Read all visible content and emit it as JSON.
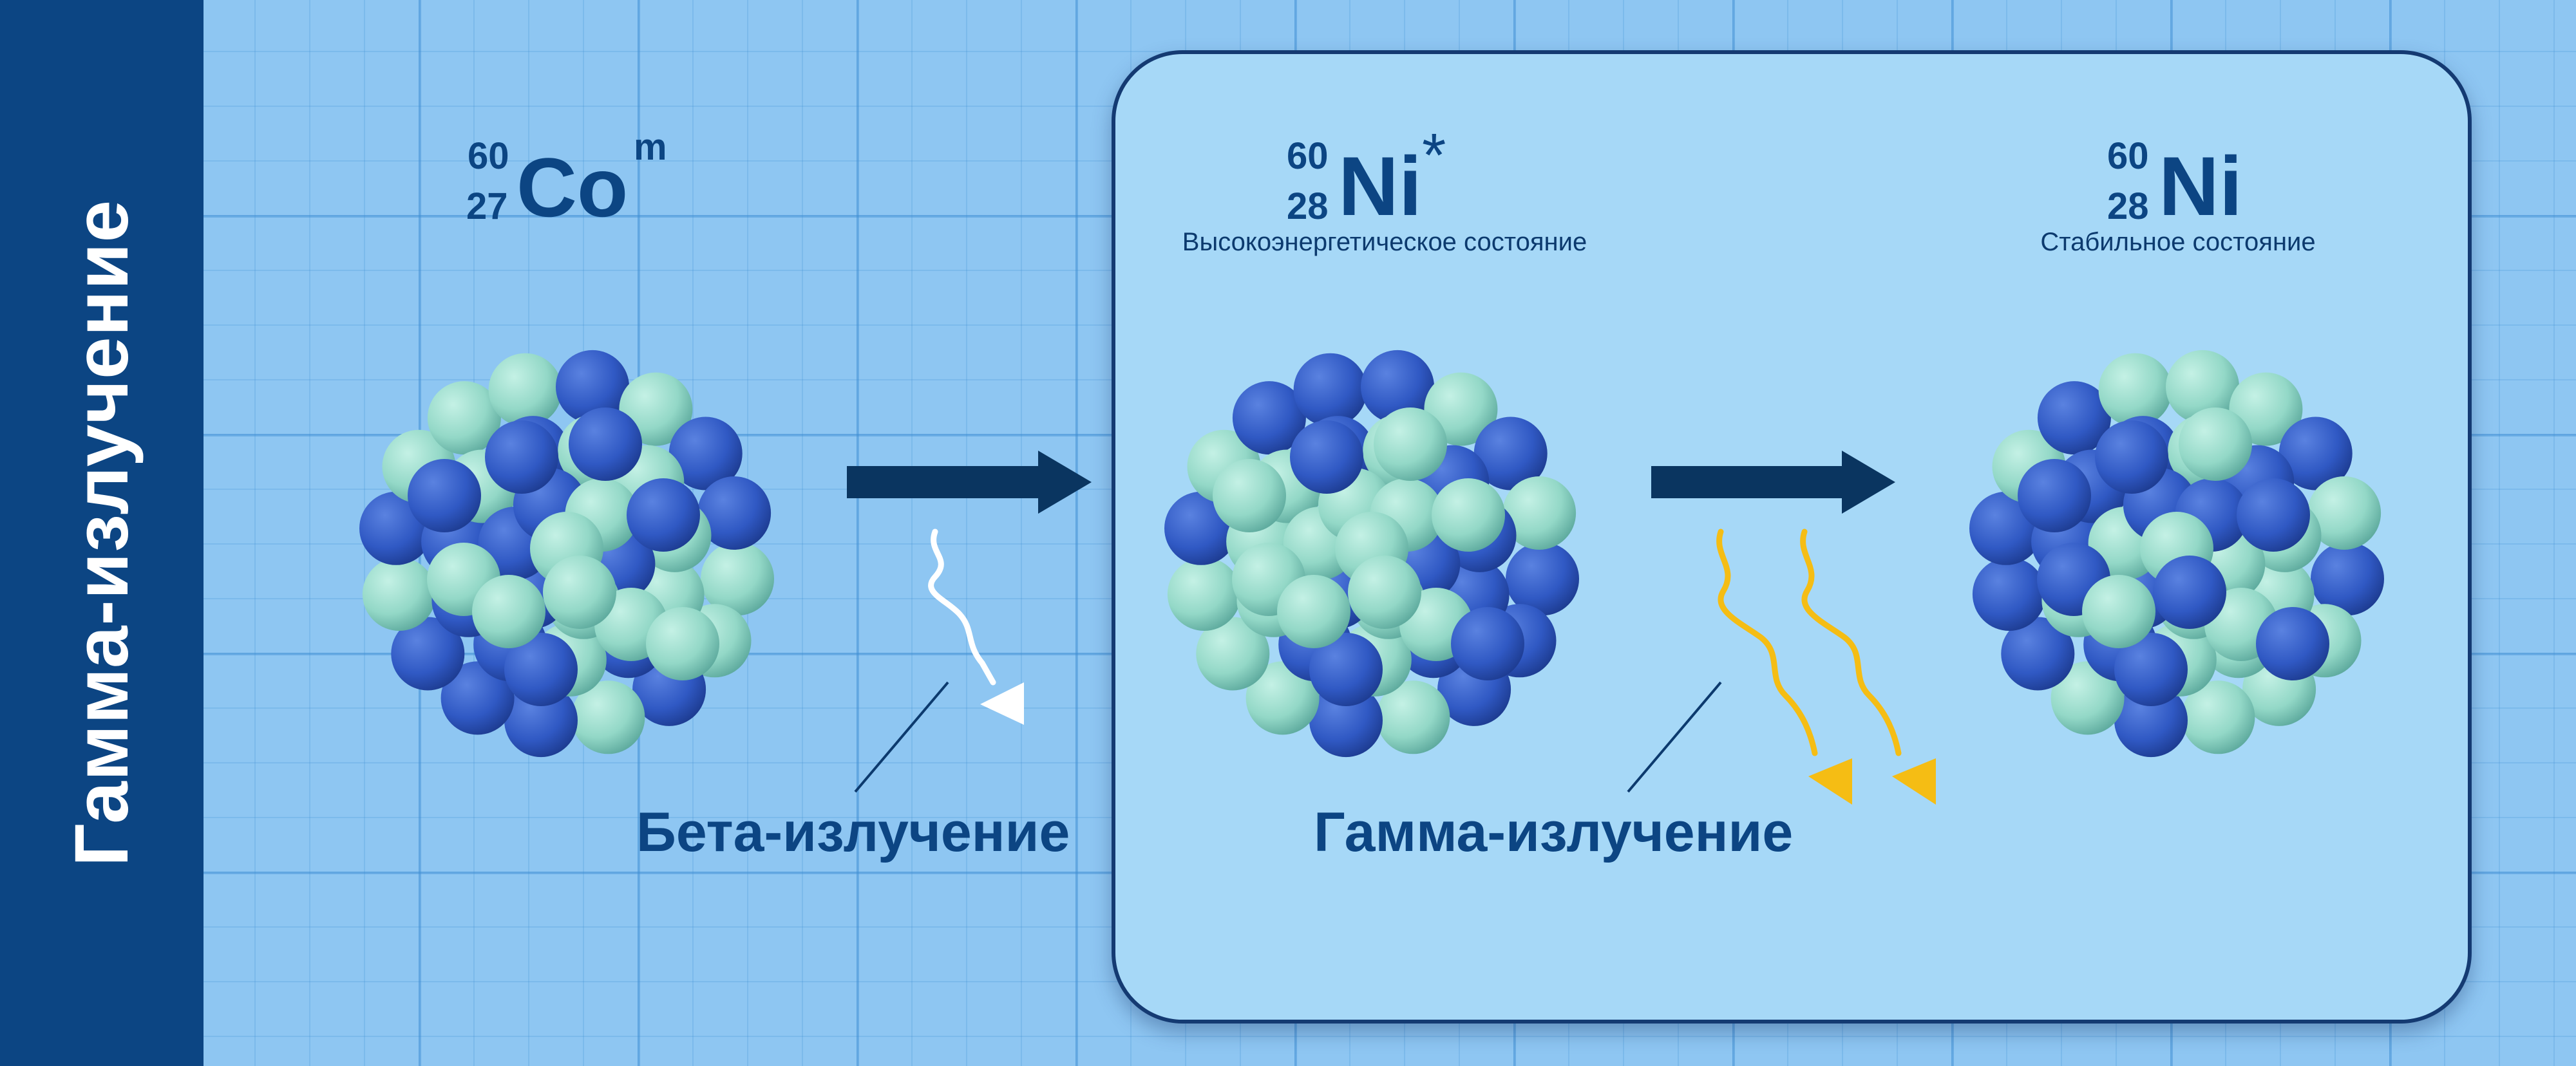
{
  "sidebar": {
    "title": "Гамма-излучение"
  },
  "isotopes": {
    "cobalt": {
      "mass": "60",
      "atomic": "27",
      "symbol": "Co",
      "sup": "m"
    },
    "nickel_excited": {
      "mass": "60",
      "atomic": "28",
      "symbol": "Ni",
      "sup": "*",
      "state": "Высокоэнергетическое состояние"
    },
    "nickel_stable": {
      "mass": "60",
      "atomic": "28",
      "symbol": "Ni",
      "state": "Стабильное состояние"
    }
  },
  "labels": {
    "beta": "Бета-излучение",
    "gamma": "Гамма-излучение"
  },
  "colors": {
    "sidebar": "#0c4583",
    "background": "#8ec6f2",
    "panel": "#a6d8f7",
    "nucleon_dark": "#2e54c2",
    "nucleon_light": "#8fdccb",
    "arrow": "#0a3560",
    "beta_ray": "#ffffff",
    "gamma_ray": "#f5bd14"
  },
  "icons": [
    "cobalt-nucleus-icon",
    "nickel-excited-nucleus-icon",
    "nickel-stable-nucleus-icon",
    "beta-ray-icon",
    "gamma-ray-icon",
    "arrow-right-icon"
  ]
}
